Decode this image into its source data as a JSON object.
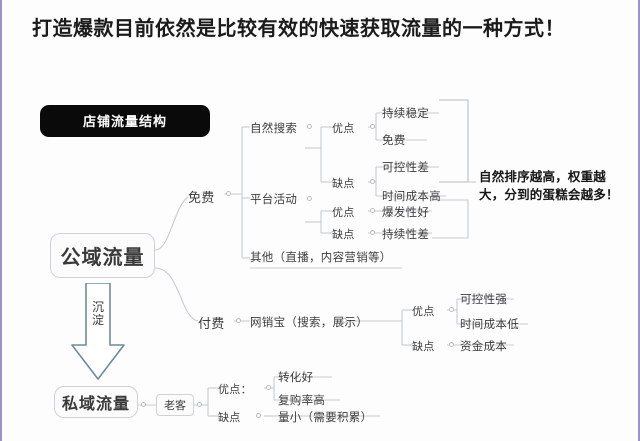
{
  "page": {
    "headline": "打造爆款目前依然是比较有效的快速获取流量的一种方式！",
    "accent_border_color": "#9a94c8",
    "badge_bg": "#0a0a0a",
    "arrow_color": "#6f8aa3"
  },
  "badge": {
    "label": "店铺流量结构"
  },
  "roots": {
    "public": "公域流量",
    "private": "私域流量"
  },
  "arrow": {
    "label_line1": "沉",
    "label_line2": "淀"
  },
  "branches": {
    "free": {
      "label": "免费"
    },
    "paid": {
      "label": "付费"
    }
  },
  "free_children": {
    "organic": {
      "label": "自然搜索"
    },
    "platform": {
      "label": "平台活动"
    },
    "other": {
      "label": "其他（直播，内容营销等）"
    }
  },
  "organic": {
    "pros_label": "优点",
    "cons_label": "缺点",
    "pros": [
      "持续稳定",
      "免费"
    ],
    "cons": [
      "可控性差",
      "时间成本高"
    ]
  },
  "platform": {
    "pros_label": "优点",
    "cons_label": "缺点",
    "pros": [
      "爆发性好"
    ],
    "cons": [
      "持续性差"
    ]
  },
  "paid_children": {
    "wangxiaobao": {
      "label": "网销宝（搜索，展示）"
    }
  },
  "paid": {
    "pros_label": "优点",
    "cons_label": "缺点",
    "pros": [
      "可控性强",
      "时间成本低"
    ],
    "cons": [
      "资金成本"
    ]
  },
  "private_children": {
    "老客": {
      "label": "老客"
    }
  },
  "laoke": {
    "pros_label": "优点：",
    "cons_label": "缺点",
    "pros": [
      "转化好",
      "复购率高"
    ],
    "cons": [
      "量小（需要积累）"
    ]
  },
  "annotation": {
    "text": "自然排序越高，权重越大，分到的蛋糕会越多！"
  }
}
